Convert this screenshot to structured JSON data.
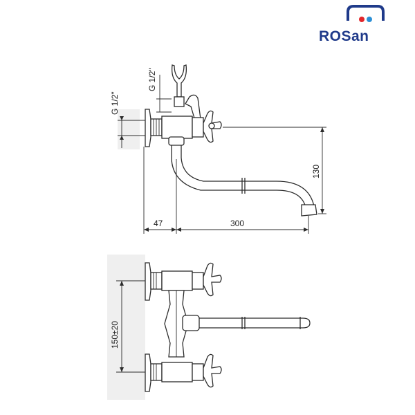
{
  "brand": {
    "name": "Rosan",
    "logo_text": "ROSan",
    "colors": {
      "primary": "#1f3a8a",
      "dot_red": "#e3262b",
      "dot_blue": "#2a8fd6"
    }
  },
  "side_view": {
    "dimensions": {
      "inlet_thread": "G 1/2\"",
      "shower_thread": "G 1/2\"",
      "wall_to_axis": "47",
      "spout_length": "300",
      "spout_height": "130"
    }
  },
  "top_view": {
    "dimensions": {
      "center_distance": "150±20"
    }
  },
  "colors": {
    "line": "#2b2b2b",
    "wall": "#eeeeee"
  }
}
